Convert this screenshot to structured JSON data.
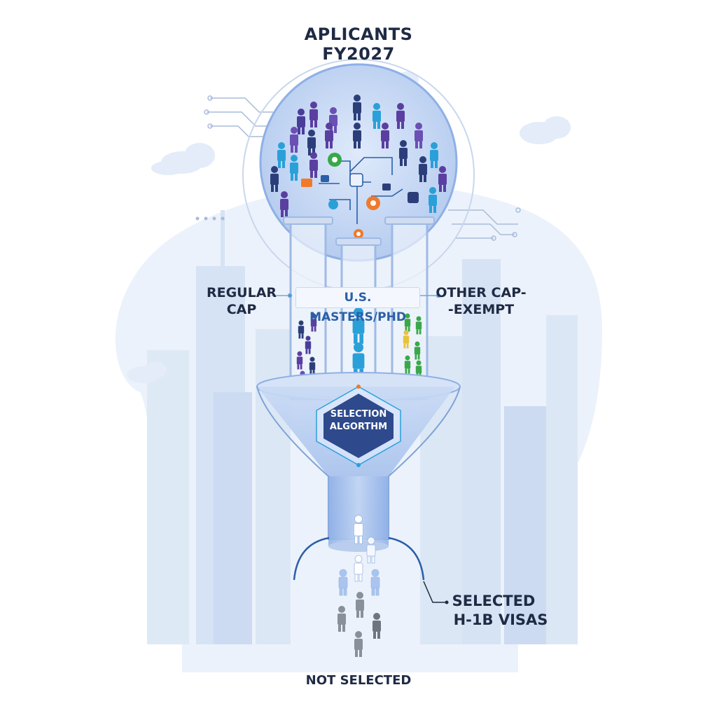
{
  "title": {
    "line1": "APLICANTS",
    "line2": "FY2027"
  },
  "streams": {
    "regular": {
      "line1": "REGULAR",
      "line2": "CAP"
    },
    "masters": {
      "label": "U.S. MASTERS/PHD"
    },
    "other": {
      "line1": "OTHER CAP-",
      "line2": "-EXEMPT"
    }
  },
  "algorithm": {
    "line1": "SELECTION",
    "line2": "ALGORTHM"
  },
  "outcomes": {
    "selected": {
      "line1": "SELECTED",
      "line2": "H-1B VISAS"
    },
    "not_selected": {
      "label": "NOT SELECTED"
    }
  },
  "colors": {
    "navy": "#1f2a44",
    "accent_blue": "#2b5fa8",
    "purple": "#5a3fa0",
    "teal": "#2aa0d8",
    "green": "#3aa84a",
    "orange": "#f07a2a",
    "funnel": "#a9c4ee",
    "hexagon": "#2e4a8c",
    "skyline": "#dbe7f6",
    "gray_person": "#8a8f99"
  },
  "icons": [
    "person-icon",
    "gear-icon",
    "circuit-icon",
    "hexagon-icon",
    "cloud-icon"
  ]
}
